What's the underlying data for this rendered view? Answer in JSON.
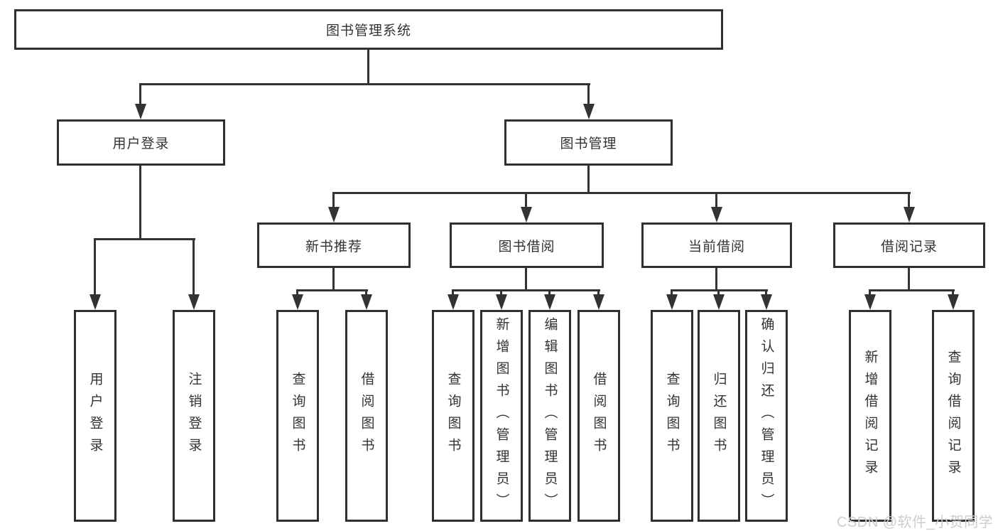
{
  "diagram": {
    "nodes": {
      "root": "图书管理系统",
      "user_login": "用户登录",
      "book_management": "图书管理",
      "new_book_recommend": "新书推荐",
      "book_borrow": "图书借阅",
      "current_borrow": "当前借阅",
      "borrow_records": "借阅记录",
      "leaf_user_login": "用户登录",
      "leaf_logout": "注销登录",
      "leaf_nb_query_book": "查询图书",
      "leaf_nb_borrow_book": "借阅图书",
      "leaf_bb_query_book": "查询图书",
      "leaf_bb_add_book": "新增图书（管理员）",
      "leaf_bb_edit_book": "编辑图书（管理员）",
      "leaf_bb_borrow_book": "借阅图书",
      "leaf_cb_query_book": "查询图书",
      "leaf_cb_return_book": "归还图书",
      "leaf_cb_confirm_return": "确认归还（管理员）",
      "leaf_br_add_record": "新增借阅记录",
      "leaf_br_query_record": "查询借阅记录"
    },
    "colors": {
      "line": "#333333",
      "border": "#2f2f2f",
      "text": "#333333",
      "background": "#ffffff",
      "watermark": "#cdcdcd"
    }
  },
  "watermark": "CSDN @软件_小贺同学"
}
